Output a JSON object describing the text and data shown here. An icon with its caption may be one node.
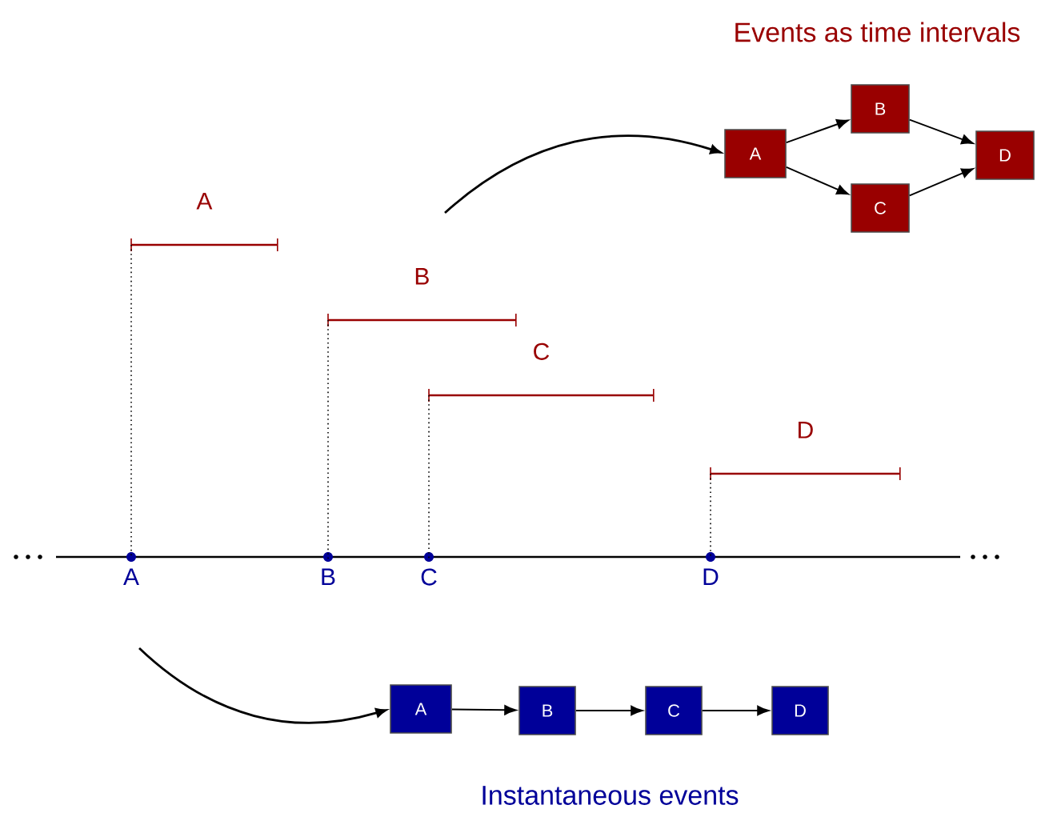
{
  "diagram": {
    "nodes": [
      {
        "text": [
          "A"
        ]
      },
      {
        "text": [
          "B"
        ]
      },
      {
        "text": [
          "C"
        ]
      },
      {
        "text": [
          "D"
        ]
      },
      {
        "text": [
          "A"
        ]
      },
      {
        "text": [
          "B"
        ]
      },
      {
        "text": [
          "C"
        ]
      },
      {
        "text": [
          "D"
        ]
      },
      {
        "text": [
          "A"
        ]
      },
      {
        "text": [
          "B"
        ]
      },
      {
        "text": [
          "C"
        ]
      },
      {
        "text": [
          "D"
        ]
      },
      {
        "text": [
          "A"
        ]
      },
      {
        "text": [
          "B"
        ]
      },
      {
        "text": [
          "C"
        ]
      },
      {
        "text": [
          "D"
        ]
      }
    ],
    "edges": [
      {
        "from": 0,
        "to": 4,
        "arrow": "none",
        "style": "dashed"
      },
      {
        "from": 1,
        "to": 5,
        "arrow": "none",
        "style": "dashed"
      },
      {
        "from": 2,
        "to": 6,
        "arrow": "none",
        "style": "dashed"
      },
      {
        "from": 3,
        "to": 7,
        "arrow": "none",
        "style": "dashed"
      },
      {
        "from": 8,
        "to": 9,
        "arrow": "to"
      },
      {
        "from": 8,
        "to": 10,
        "arrow": "to"
      },
      {
        "from": 9,
        "to": 11,
        "arrow": "to"
      },
      {
        "from": 10,
        "to": 11,
        "arrow": "to"
      },
      {
        "from": 12,
        "to": 13,
        "arrow": "to"
      },
      {
        "from": 13,
        "to": 14,
        "arrow": "to"
      },
      {
        "from": 14,
        "to": 15,
        "arrow": "to"
      },
      {
        "from": null,
        "to": 8,
        "arrow": "to"
      },
      {
        "from": null,
        "to": 12,
        "arrow": "to"
      }
    ],
    "labels": [
      "Events as time intervals",
      "Instantaneous events"
    ]
  }
}
